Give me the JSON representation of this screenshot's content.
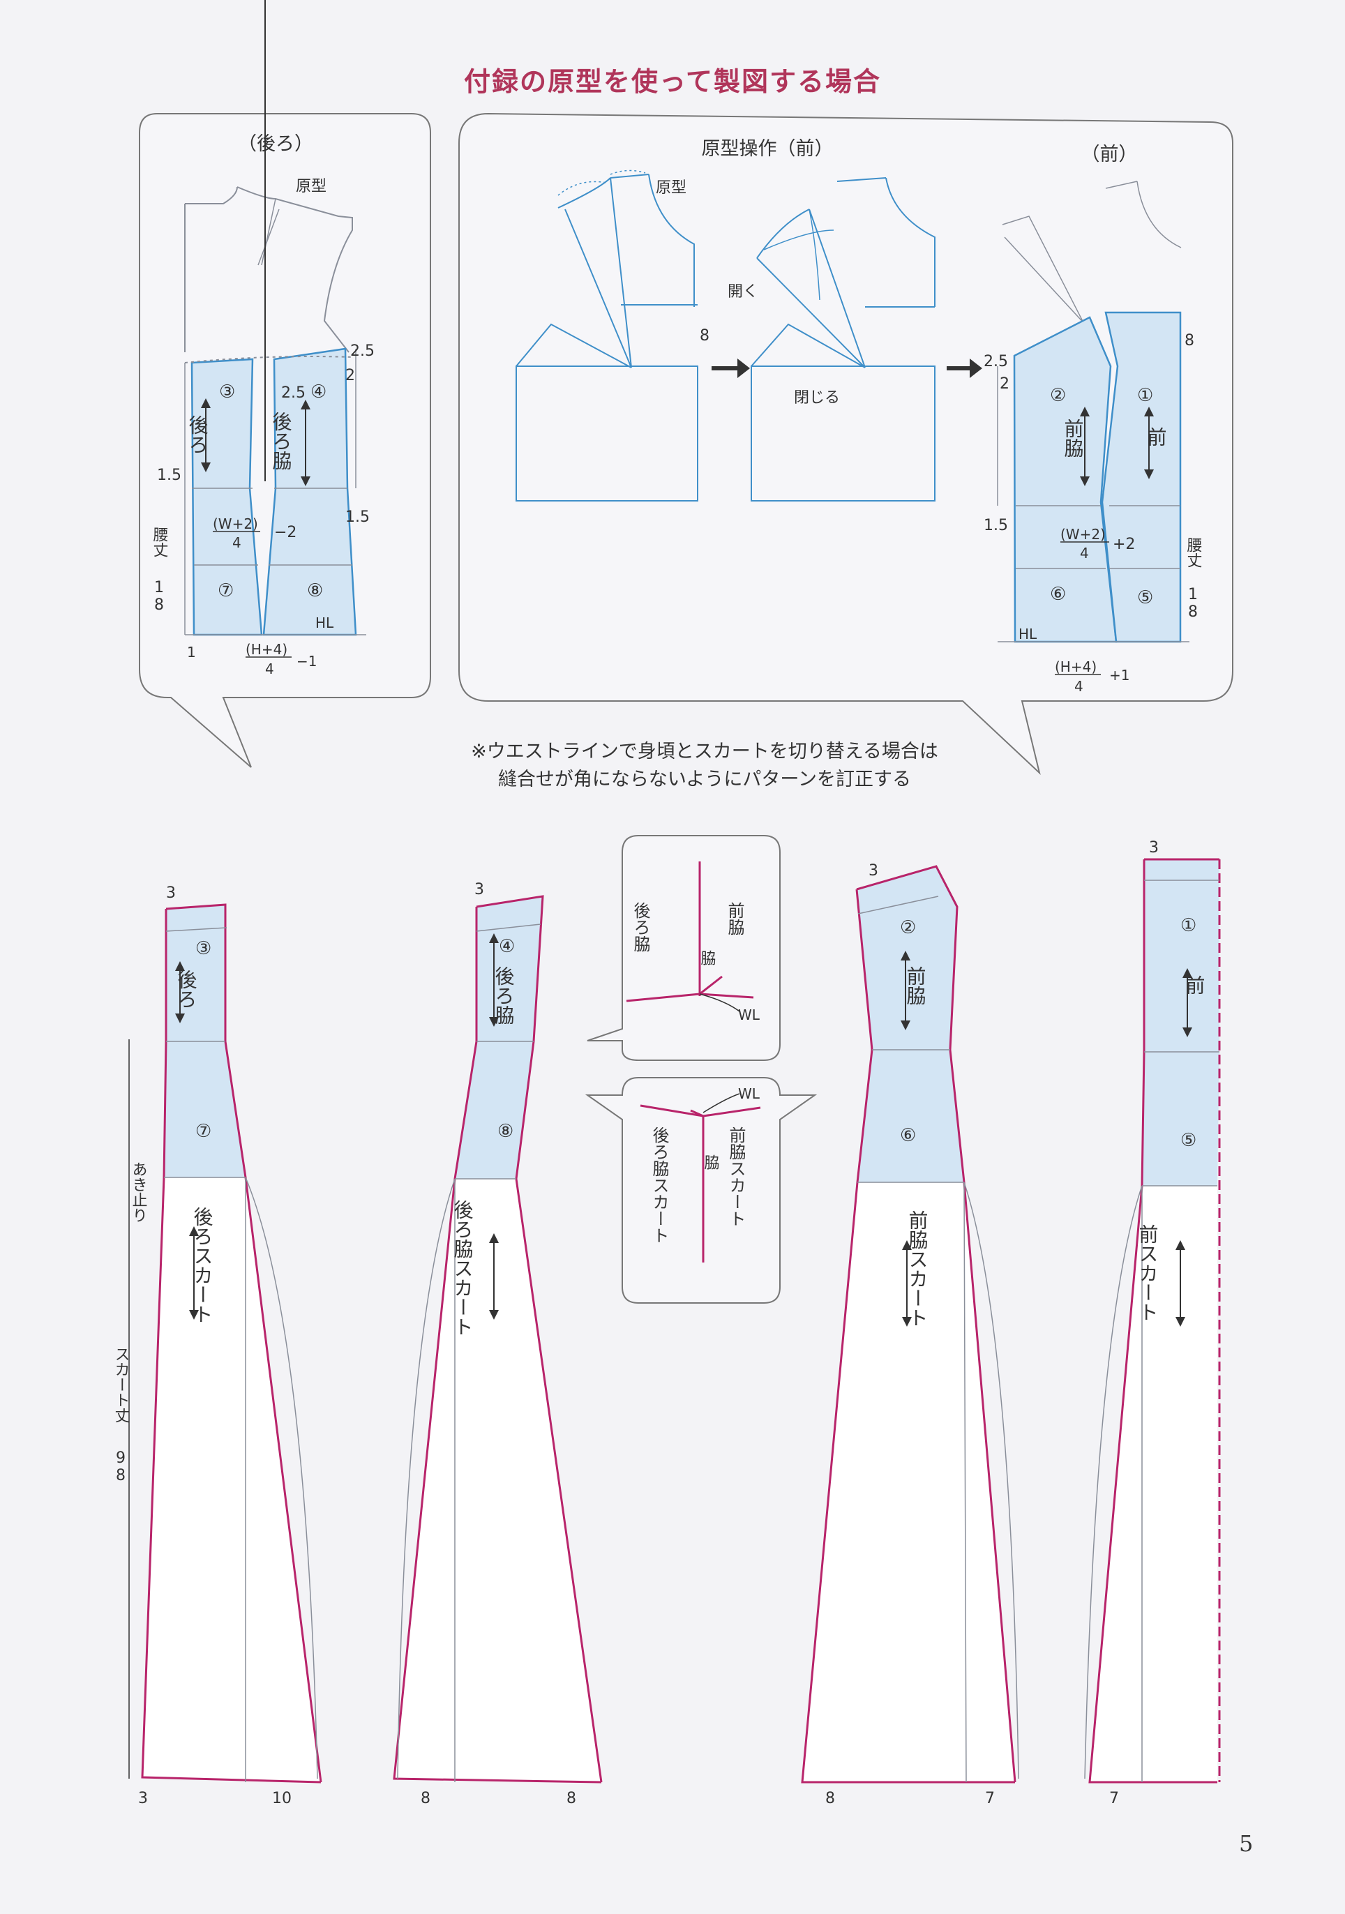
{
  "page_title": "付録の原型を使って製図する場合",
  "note_line1": "※ウエストラインで身頃とスカートを切り替える場合は",
  "note_line2": "縫合せが角にならないようにパターンを訂正する",
  "page_number": "5",
  "colors": {
    "title": "#b0355a",
    "pattern_line": "#3f8fc9",
    "pattern_fill": "#d3e5f4",
    "seam_line": "#b8246a",
    "thin_line": "#8a8f9a"
  },
  "back_panel": {
    "heading": "（後ろ）",
    "genkei": "原型",
    "labels": {
      "back": "後ろ",
      "back_side": "後ろ脇",
      "waist_len": "腰丈",
      "waist_len_val": "18",
      "hl": "HL",
      "w_formula_num": "(W+2)",
      "w_formula_den": "4",
      "h_formula_num": "(H+4)",
      "h_formula_den": "4"
    },
    "numbers": {
      "n2_5a": "2.5",
      "n2_5b": "2.5",
      "n2": "2",
      "n1_5a": "1.5",
      "n1_5b": "1.5",
      "n_2": "−2",
      "n1": "1",
      "n_1": "−1"
    },
    "markers": {
      "c3": "③",
      "c4": "④",
      "c7": "⑦",
      "c8": "⑧"
    }
  },
  "front_panel": {
    "operation_heading": "原型操作（前）",
    "front_heading": "（前）",
    "genkei": "原型",
    "open": "開く",
    "close": "閉じる",
    "labels": {
      "front": "前",
      "front_side": "前脇",
      "waist_len": "腰丈",
      "waist_len_val": "18",
      "hl": "HL",
      "w_formula_num": "(W+2)",
      "w_formula_den": "4",
      "h_formula_num": "(H+4)",
      "h_formula_den": "4"
    },
    "numbers": {
      "n8a": "8",
      "n8b": "8",
      "n2_5": "2.5",
      "n2": "2",
      "n1_5": "1.5",
      "n_plus2": "+2",
      "n_plus1": "+1"
    },
    "markers": {
      "c1": "①",
      "c2": "②",
      "c5": "⑤",
      "c6": "⑥"
    }
  },
  "skirt_pieces": [
    {
      "top": "3",
      "marker_top": "③",
      "marker_mid": "⑦",
      "upper_label": "後ろ",
      "skirt_label": "後ろスカート",
      "bottom_left": "3",
      "bottom_right": "10"
    },
    {
      "top": "3",
      "marker_top": "④",
      "marker_mid": "⑧",
      "upper_label": "後ろ脇",
      "skirt_label": "後ろ脇スカート",
      "bottom_left": "8",
      "bottom_right": "8"
    },
    {
      "top": "3",
      "marker_top": "②",
      "marker_mid": "⑥",
      "upper_label": "前脇",
      "skirt_label": "前脇スカート",
      "bottom_left": "8",
      "bottom_right": "7"
    },
    {
      "top": "3",
      "marker_top": "①",
      "marker_mid": "⑤",
      "upper_label": "前",
      "skirt_label": "前スカート",
      "bottom_left": "7"
    }
  ],
  "skirt_side_labels": {
    "opening": "あき止り",
    "skirt_length": "スカート丈",
    "skirt_length_val": "98"
  },
  "inset_upper": {
    "back_side": "後ろ脇",
    "front_side": "前脇",
    "side": "脇",
    "wl": "WL"
  },
  "inset_lower": {
    "wl": "WL",
    "back_side_skirt": "後ろ脇スカート",
    "front_side_skirt": "前脇スカート",
    "side": "脇"
  }
}
